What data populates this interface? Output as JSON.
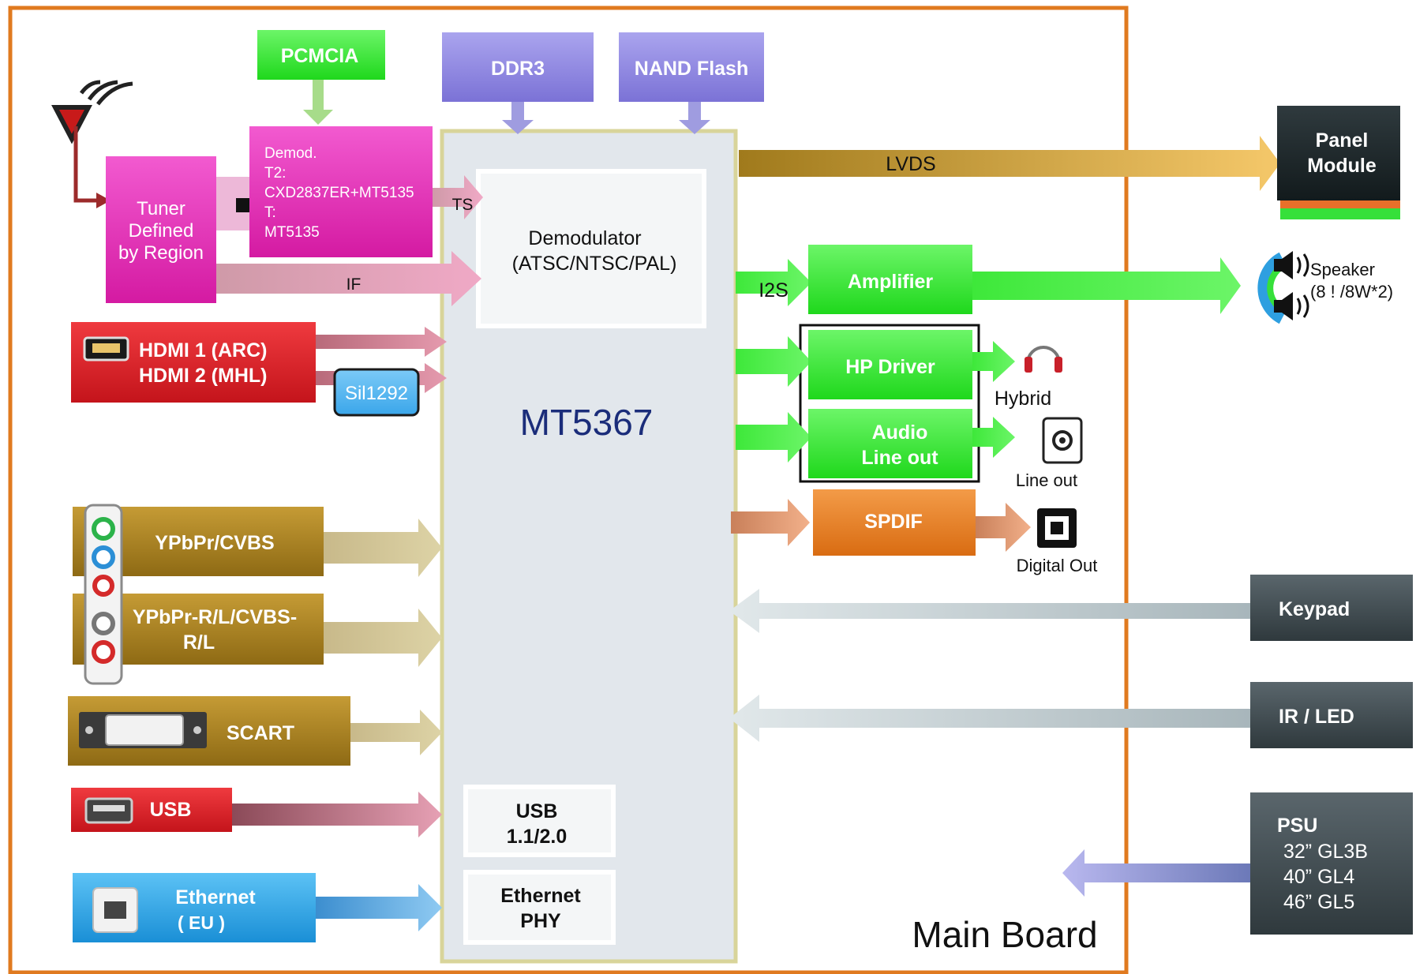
{
  "main_board": {
    "label": "Main Board"
  },
  "soc": {
    "name": "MT5367",
    "demod_line1": "Demodulator",
    "demod_line2": "(ATSC/NTSC/PAL)",
    "usb_line1": "USB",
    "usb_line2": "1.1/2.0",
    "eth_line1": "Ethernet",
    "eth_line2": "PHY"
  },
  "top": {
    "pcmcia": "PCMCIA",
    "ddr3": "DDR3",
    "nand": "NAND Flash"
  },
  "tuner": {
    "line1": "Tuner",
    "line2": "Defined",
    "line3": "by  Region"
  },
  "demod_chip": {
    "line1": "Demod.",
    "line2": "T2:",
    "line3": "CXD2837ER+MT5135",
    "line4": "T:",
    "line5": "MT5135"
  },
  "signals": {
    "ts": "TS",
    "if": "IF",
    "i2s": "I2S",
    "lvds": "LVDS"
  },
  "hdmi": {
    "line1": "HDMI 1 (ARC)",
    "line2": "HDMI 2 (MHL)",
    "bridge": "Sil1292"
  },
  "inputs": {
    "ypbpr_cvbs": "YPbPr/CVBS",
    "ypbpr_rl_line1": "YPbPr-R/L/CVBS-",
    "ypbpr_rl_line2": "R/L",
    "scart": "SCART",
    "usb": "USB",
    "ethernet_line1": "Ethernet",
    "ethernet_line2": "( EU )"
  },
  "audio": {
    "amplifier": "Amplifier",
    "hp_driver": "HP Driver",
    "line_out_line1": "Audio",
    "line_out_line2": "Line out",
    "spdif": "SPDIF",
    "hybrid": "Hybrid",
    "line_out_label": "Line out",
    "digital_out": "Digital Out",
    "speaker_line1": "Speaker",
    "speaker_line2": "(8 ! /8W*2)"
  },
  "right": {
    "panel_line1": "Panel",
    "panel_line2": "Module",
    "keypad": "Keypad",
    "ir_led": "IR / LED",
    "psu_title": "PSU",
    "psu_row1": "32”  GL3B",
    "psu_row2": "40”  GL4",
    "psu_row3": "46”  GL5"
  },
  "colors": {
    "board_border": "#e07a1f",
    "magenta": "#e832b8",
    "purple": "#8e86e0",
    "green": "#3ee83a",
    "red": "#d81f26",
    "gold": "#a8801e",
    "blue": "#2b9fe2",
    "orange": "#e98022",
    "dark": "#3f4a4f",
    "soc_text": "#1b2d7a"
  }
}
